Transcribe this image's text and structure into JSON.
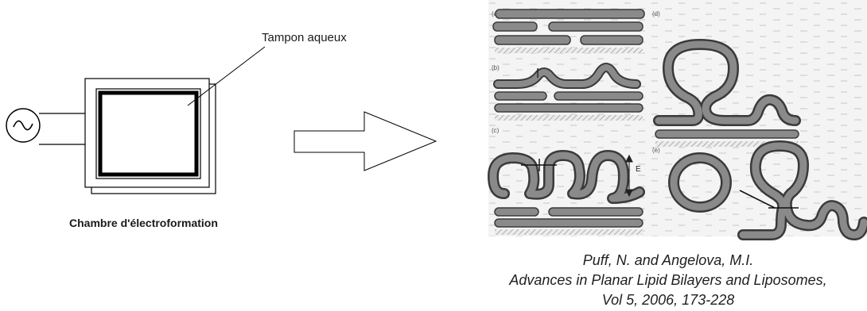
{
  "left_diagram": {
    "buffer_label": "Tampon aqueux",
    "chamber_label": "Chambre d'électroformation",
    "source_symbol": "~"
  },
  "panels": {
    "a": "(a)",
    "b": "(b)",
    "c": "(c)",
    "d": "(d)",
    "e": "(e)",
    "field_label": "E"
  },
  "citation": {
    "line1": "Puff, N. and Angelova, M.I.",
    "line2": "Advances in Planar Lipid Bilayers and Liposomes,",
    "line3": "Vol 5, 2006, 173-228"
  },
  "colors": {
    "membrane_fill": "#8a8a8a",
    "membrane_edge": "#3a3a3a",
    "panel_bg": "#f2f2f2"
  }
}
